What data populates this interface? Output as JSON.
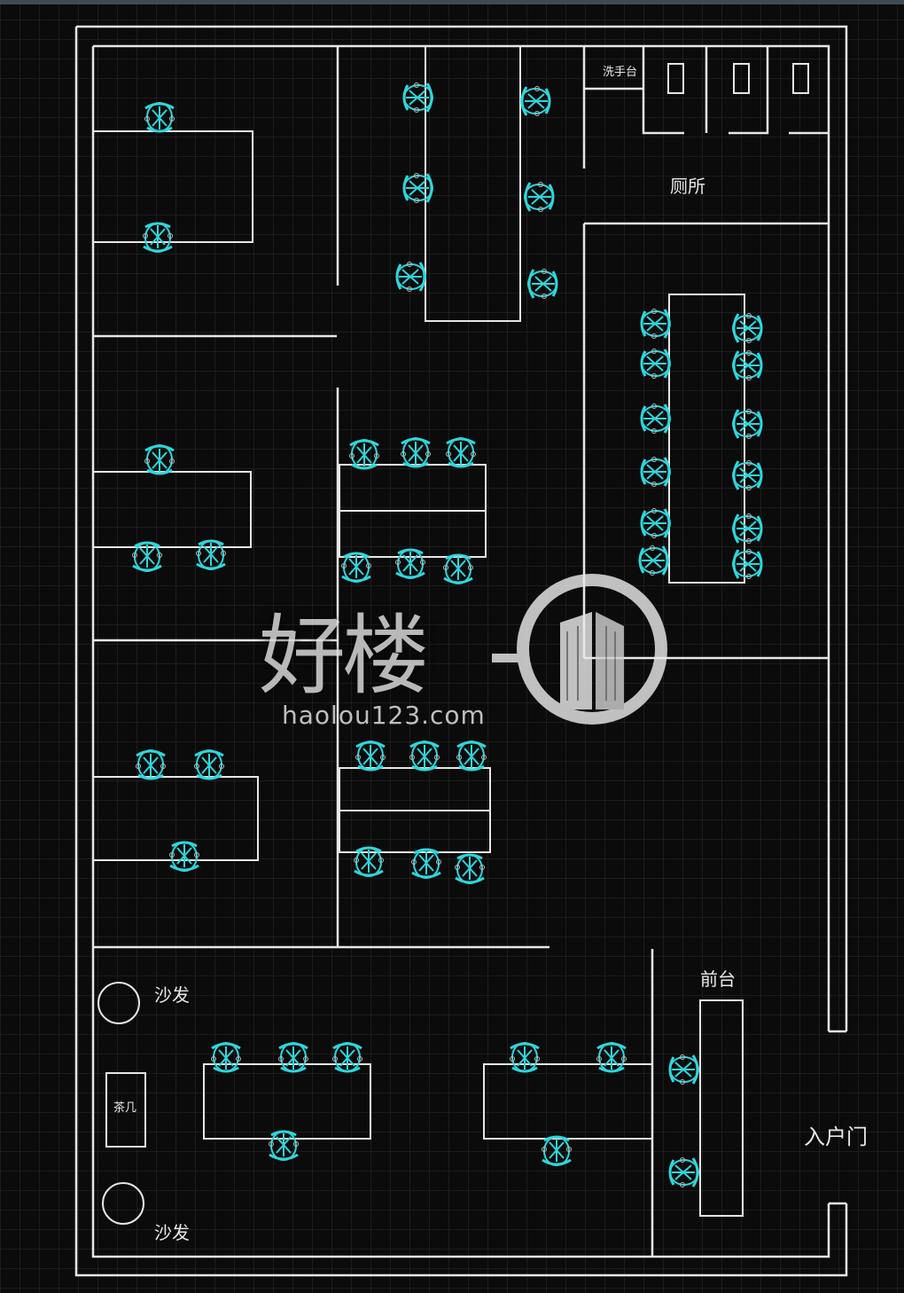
{
  "labels": {
    "washbasin": "洗手台",
    "toilet": "厕所",
    "reception": "前台",
    "sofa_top": "沙发",
    "sofa_bottom": "沙发",
    "tea_table": "茶几",
    "entrance": "入户门"
  },
  "watermark": {
    "brand": "好楼",
    "url": "haolou123.com"
  },
  "colors": {
    "background": "#0b0b0b",
    "grid": "#2c2c2c",
    "walls": "#e6e6e6",
    "chairs": "#2fd6dc"
  },
  "icons": [
    "office-chair-icon",
    "building-logo-icon"
  ]
}
